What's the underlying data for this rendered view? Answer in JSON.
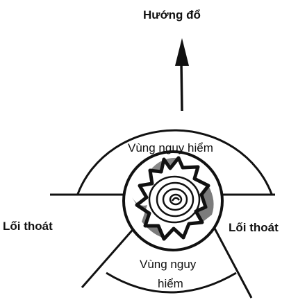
{
  "direction_label": "Hướng đổ",
  "danger_zone_upper": "Vùng nguy hiểm",
  "danger_zone_lower_line1": "Vùng nguy",
  "danger_zone_lower_line2": "hiểm",
  "escape_left": "Lối thoát",
  "escape_right": "Lối thoát",
  "ink_color": "#111111",
  "paper_color": "#ffffff"
}
